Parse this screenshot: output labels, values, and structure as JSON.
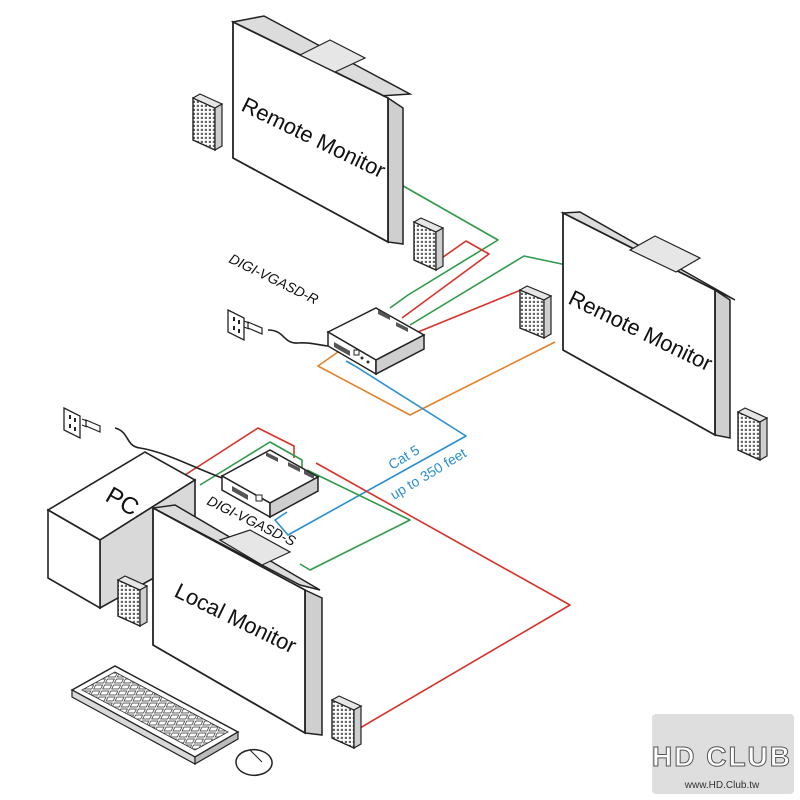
{
  "monitors": {
    "remote_top": "Remote Monitor",
    "remote_right": "Remote Monitor",
    "local": "Local Monitor"
  },
  "pc_label": "PC",
  "devices": {
    "receiver": "DIGI-VGASD-R",
    "sender": "DIGI-VGASD-S"
  },
  "link": {
    "line1": "Cat 5",
    "line2": "up to 350 feet"
  },
  "watermark": {
    "logo": "HD CLUB",
    "url": "www.HD.Club.tw"
  },
  "colors": {
    "green": "#2e9a4a",
    "red": "#d6332b",
    "blue": "#2a8fd0",
    "orange": "#e0832b",
    "outline": "#222222",
    "face": "#ffffff",
    "side": "#cfcfcf"
  },
  "icons": [
    "speaker-icon",
    "power-outlet-icon",
    "power-plug-icon",
    "keyboard-icon",
    "mouse-icon"
  ]
}
